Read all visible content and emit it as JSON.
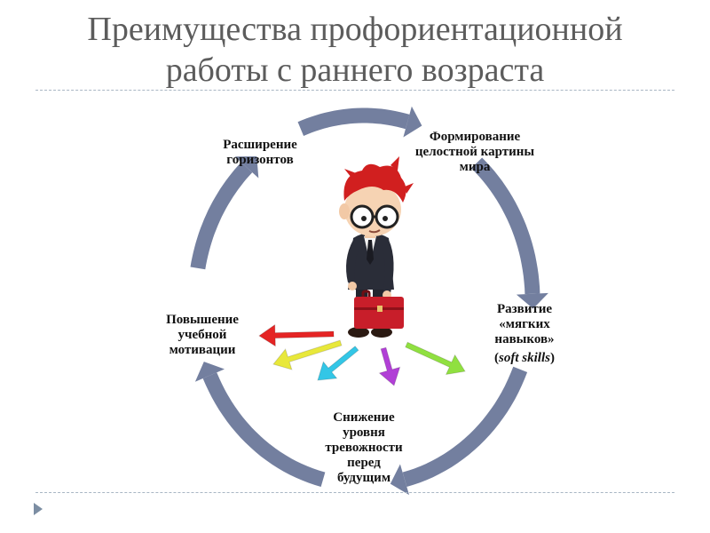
{
  "slide": {
    "title_line1": "Преимущества профориентационной",
    "title_line2": "работы с раннего возраста"
  },
  "cycle": {
    "arrow_color": "#737f9f",
    "nodes": {
      "horizons": {
        "lines": [
          "Расширение",
          "горизонтов"
        ]
      },
      "worldview": {
        "lines": [
          "Формирование",
          "целостной картины",
          "мира"
        ]
      },
      "softskills": {
        "lines": [
          "Развитие",
          "«мягких",
          "навыков»"
        ],
        "note_open": "(",
        "note_italic": "soft skills",
        "note_close": ")"
      },
      "anxiety": {
        "lines": [
          "Снижение",
          "уровня",
          "тревожности",
          "перед",
          "будущим"
        ]
      },
      "motivation": {
        "lines": [
          "Повышение",
          "учебной",
          "мотивации"
        ]
      }
    }
  },
  "figure": {
    "hair_color": "#d11f1f",
    "suit_color": "#2a2d38",
    "briefcase_color": "#c81e2a",
    "ray_colors": [
      "#e52424",
      "#e8e83a",
      "#33c6e6",
      "#b13fd6",
      "#90e040"
    ]
  }
}
